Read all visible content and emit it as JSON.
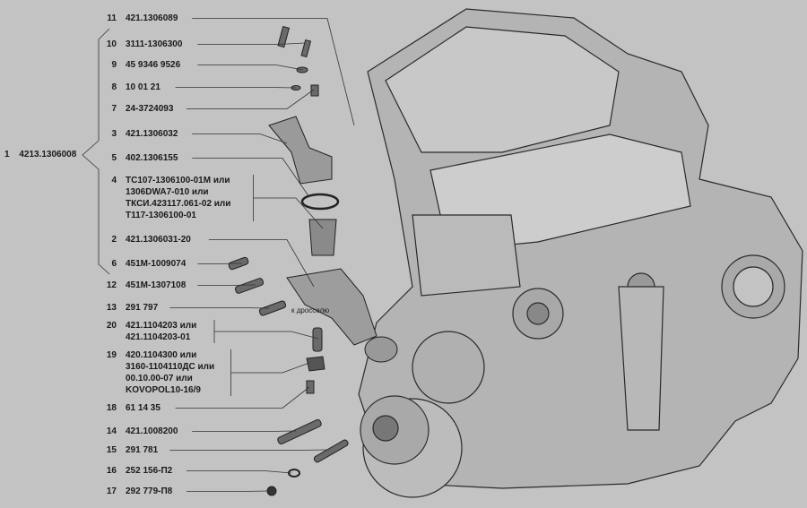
{
  "assembly": {
    "number": "1",
    "code": "4213.1306008"
  },
  "parts": [
    {
      "number": "11",
      "lines": [
        "421.1306089"
      ]
    },
    {
      "number": "10",
      "lines": [
        "3111-1306300"
      ]
    },
    {
      "number": "9",
      "lines": [
        "45 9346 9526"
      ]
    },
    {
      "number": "8",
      "lines": [
        "10 01 21"
      ]
    },
    {
      "number": "7",
      "lines": [
        "24-3724093"
      ]
    },
    {
      "number": "3",
      "lines": [
        "421.1306032"
      ]
    },
    {
      "number": "5",
      "lines": [
        "402.1306155"
      ]
    },
    {
      "number": "4",
      "lines": [
        "ТС107-1306100-01М или",
        "1306DWA7-010 или",
        "ТКСИ.423117.061-02 или",
        "Т117-1306100-01"
      ]
    },
    {
      "number": "2",
      "lines": [
        "421.1306031-20"
      ]
    },
    {
      "number": "6",
      "lines": [
        "451М-1009074"
      ]
    },
    {
      "number": "12",
      "lines": [
        "451М-1307108"
      ]
    },
    {
      "number": "13",
      "lines": [
        "291 797"
      ]
    },
    {
      "number": "20",
      "lines": [
        "421.1104203 или",
        "421.1104203-01"
      ]
    },
    {
      "number": "19",
      "lines": [
        "420.1104300 или",
        "3160-1104110ДС или",
        "00.10.00-07 или",
        "KOVOPOL10-16/9"
      ]
    },
    {
      "number": "18",
      "lines": [
        "61 14 35"
      ]
    },
    {
      "number": "14",
      "lines": [
        "421.1008200"
      ]
    },
    {
      "number": "15",
      "lines": [
        "291 781"
      ]
    },
    {
      "number": "16",
      "lines": [
        "252 156-П2"
      ]
    },
    {
      "number": "17",
      "lines": [
        "292 779-П8"
      ]
    }
  ],
  "annotation": "к дросселю"
}
